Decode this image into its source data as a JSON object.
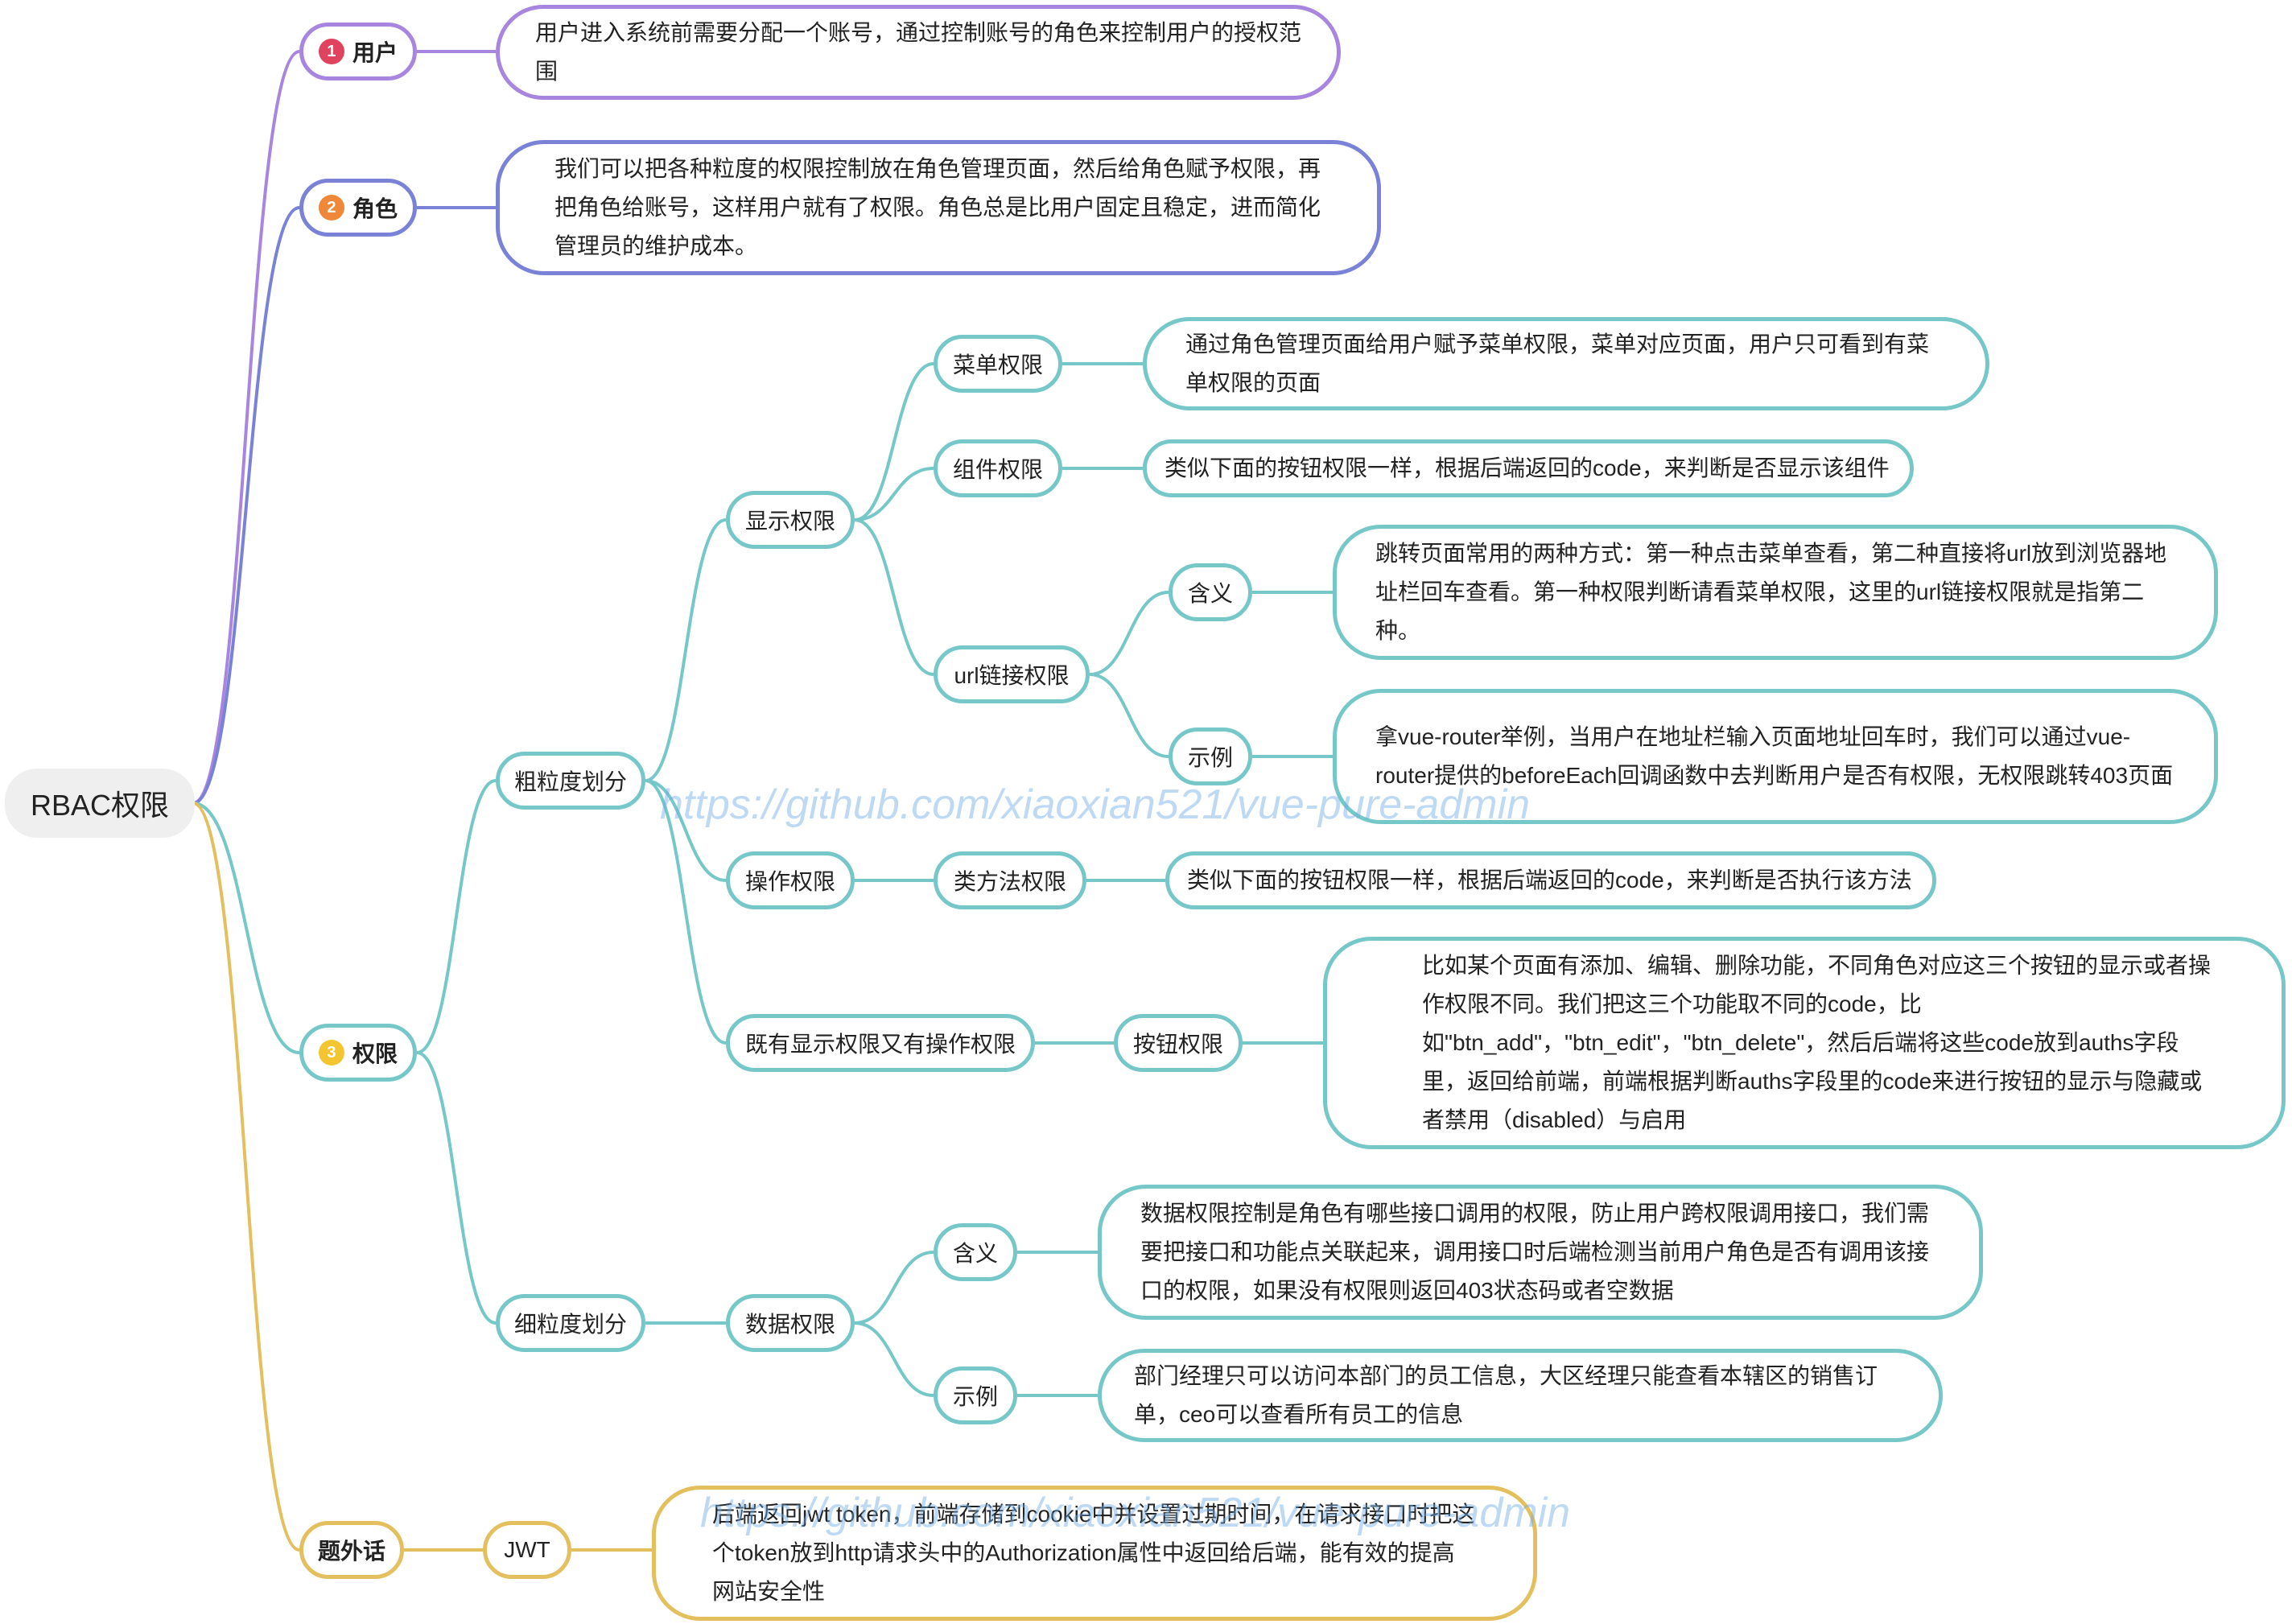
{
  "root": {
    "label": "RBAC权限"
  },
  "watermark": "https://github.com/xiaoxian521/vue-pure-admin",
  "colors": {
    "purple": "#a886df",
    "blue": "#7a82d8",
    "teal": "#76c8c8",
    "gold": "#e3bf5e",
    "badge1": "#e0435e",
    "badge2": "#f0883a",
    "badge3": "#f3c631"
  },
  "users": {
    "badge": "1",
    "label": "用户",
    "desc": "用户进入系统前需要分配一个账号，通过控制账号的角色来控制用户的授权范围"
  },
  "roles": {
    "badge": "2",
    "label": "角色",
    "desc": "我们可以把各种粒度的权限控制放在角色管理页面，然后给角色赋予权限，再把角色给账号，这样用户就有了权限。角色总是比用户固定且稳定，进而简化管理员的维护成本。"
  },
  "perms": {
    "badge": "3",
    "label": "权限",
    "coarse": {
      "label": "粗粒度划分",
      "display": {
        "label": "显示权限",
        "menu": {
          "label": "菜单权限",
          "desc": "通过角色管理页面给用户赋予菜单权限，菜单对应页面，用户只可看到有菜单权限的页面"
        },
        "component": {
          "label": "组件权限",
          "desc": "类似下面的按钮权限一样，根据后端返回的code，来判断是否显示该组件"
        },
        "url": {
          "label": "url链接权限",
          "meaning": {
            "label": "含义",
            "desc": "跳转页面常用的两种方式：第一种点击菜单查看，第二种直接将url放到浏览器地址栏回车查看。第一种权限判断请看菜单权限，这里的url链接权限就是指第二种。"
          },
          "example": {
            "label": "示例",
            "desc": "拿vue-router举例，当用户在地址栏输入页面地址回车时，我们可以通过vue-router提供的beforeEach回调函数中去判断用户是否有权限，无权限跳转403页面"
          }
        }
      },
      "operation": {
        "label": "操作权限",
        "classMethod": {
          "label": "类方法权限",
          "desc": "类似下面的按钮权限一样，根据后端返回的code，来判断是否执行该方法"
        }
      },
      "both": {
        "label": "既有显示权限又有操作权限",
        "button": {
          "label": "按钮权限",
          "desc": "比如某个页面有添加、编辑、删除功能，不同角色对应这三个按钮的显示或者操作权限不同。我们把这三个功能取不同的code，比如\"btn_add\"，\"btn_edit\"，\"btn_delete\"，然后后端将这些code放到auths字段里，返回给前端，前端根据判断auths字段里的code来进行按钮的显示与隐藏或者禁用（disabled）与启用"
        }
      }
    },
    "fine": {
      "label": "细粒度划分",
      "data": {
        "label": "数据权限",
        "meaning": {
          "label": "含义",
          "desc": "数据权限控制是角色有哪些接口调用的权限，防止用户跨权限调用接口，我们需要把接口和功能点关联起来，调用接口时后端检测当前用户角色是否有调用该接口的权限，如果没有权限则返回403状态码或者空数据"
        },
        "example": {
          "label": "示例",
          "desc": "部门经理只可以访问本部门的员工信息，大区经理只能查看本辖区的销售订单，ceo可以查看所有员工的信息"
        }
      }
    }
  },
  "extra": {
    "label": "题外话",
    "jwt": {
      "label": "JWT",
      "desc": "后端返回jwt token，前端存储到cookie中并设置过期时间，在请求接口时把这个token放到http请求头中的Authorization属性中返回给后端，能有效的提高网站安全性"
    }
  }
}
